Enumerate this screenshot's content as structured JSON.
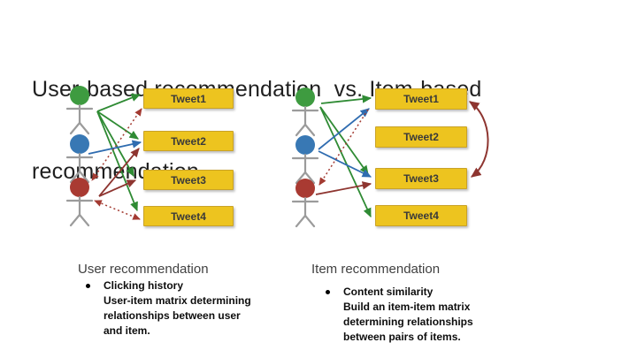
{
  "title": {
    "text": "User-based recommendation  vs. Item-based recommendation",
    "lines": [
      "User-based recommendation  vs. Item-based",
      "recommendation"
    ]
  },
  "diagrams": {
    "left": {
      "caption": "User recommendation",
      "users": [
        {
          "id": "green-user",
          "color": "#3E9B40"
        },
        {
          "id": "blue-user",
          "color": "#3878B4"
        },
        {
          "id": "red-user",
          "color": "#A93A32"
        }
      ],
      "tweets": [
        "Tweet1",
        "Tweet2",
        "Tweet3",
        "Tweet4"
      ],
      "edges": [
        {
          "from": "green-user",
          "to": "Tweet1",
          "style": "solid",
          "arrows": "end"
        },
        {
          "from": "green-user",
          "to": "Tweet2",
          "style": "solid",
          "arrows": "end"
        },
        {
          "from": "green-user",
          "to": "Tweet3",
          "style": "solid",
          "arrows": "end"
        },
        {
          "from": "green-user",
          "to": "Tweet4",
          "style": "solid",
          "arrows": "end"
        },
        {
          "from": "blue-user",
          "to": "Tweet2",
          "style": "solid",
          "arrows": "end"
        },
        {
          "from": "red-user",
          "to": "Tweet2",
          "style": "solid",
          "arrows": "end"
        },
        {
          "from": "red-user",
          "to": "Tweet3",
          "style": "solid",
          "arrows": "end"
        },
        {
          "from": "Tweet1",
          "to": "red-user",
          "style": "dashed",
          "arrows": "both"
        },
        {
          "from": "Tweet4",
          "to": "red-user",
          "style": "dashed",
          "arrows": "both"
        }
      ]
    },
    "right": {
      "caption": "Item recommendation",
      "users": [
        {
          "id": "green-user",
          "color": "#3E9B40"
        },
        {
          "id": "blue-user",
          "color": "#3878B4"
        },
        {
          "id": "red-user",
          "color": "#A93A32"
        }
      ],
      "tweets": [
        "Tweet1",
        "Tweet2",
        "Tweet3",
        "Tweet4"
      ],
      "edges": [
        {
          "from": "green-user",
          "to": "Tweet1",
          "style": "solid",
          "arrows": "end"
        },
        {
          "from": "green-user",
          "to": "Tweet3",
          "style": "solid",
          "arrows": "end"
        },
        {
          "from": "green-user",
          "to": "Tweet4",
          "style": "solid",
          "arrows": "end"
        },
        {
          "from": "blue-user",
          "to": "Tweet1",
          "style": "solid",
          "arrows": "end"
        },
        {
          "from": "blue-user",
          "to": "Tweet3",
          "style": "solid",
          "arrows": "end"
        },
        {
          "from": "red-user",
          "to": "Tweet3",
          "style": "solid",
          "arrows": "end"
        },
        {
          "from": "Tweet1",
          "to": "red-user",
          "style": "dashed",
          "arrows": "end"
        }
      ],
      "similarity": {
        "between": [
          "Tweet1",
          "Tweet3"
        ],
        "style": "curved-double-arrow"
      }
    }
  },
  "columns": [
    {
      "heading": "User recommendation",
      "bullet_lines": [
        "Clicking history",
        "User-item matrix determining",
        "relationships between user",
        "and item."
      ]
    },
    {
      "heading": "Item recommendation",
      "bullet_lines": [
        "Content similarity",
        "Build an item-item matrix",
        "determining relationships",
        "between pairs of items."
      ]
    }
  ],
  "colors": {
    "user_green": "#3E9B40",
    "user_blue": "#3878B4",
    "user_red": "#A93A32",
    "figure_gray": "#9B9B9B",
    "arrow_green": "#2F8B34",
    "arrow_blue": "#2F6CB0",
    "arrow_red": "#8E3530",
    "arrow_dashed": "#A33B32",
    "tweet_fill": "#EDC41F",
    "tweet_border": "#C9A227",
    "tweet_text": "#3A3A3A"
  }
}
